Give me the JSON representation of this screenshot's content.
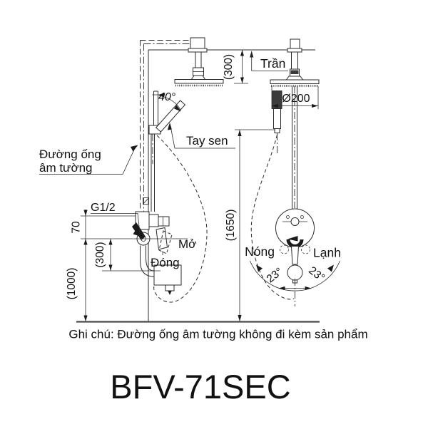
{
  "diagram": {
    "model": "BFV-71SEC",
    "note": "Ghi chú: Đường ống âm tường không đi kèm sản phẩm",
    "labels": {
      "ceiling": "Trần",
      "hand_shower": "Tay sen",
      "concealed_pipe_1": "Đường ống",
      "concealed_pipe_2": "âm tường",
      "thread": "G1/2",
      "open": "Mở",
      "close": "Đóng",
      "hot": "Nóng",
      "cold": "Lạnh"
    },
    "dimensions": {
      "ceiling_offset": "(300)",
      "head_diameter": "Ø200",
      "holder_angle": "40°",
      "inlet_gap": "70",
      "spout_drop": "(300)",
      "valve_height": "(1000)",
      "hand_shower_height": "(1650)",
      "swing_left": "23°",
      "swing_right": "23°"
    },
    "colors": {
      "line": "#2b2b2b",
      "background": "#ffffff"
    }
  }
}
